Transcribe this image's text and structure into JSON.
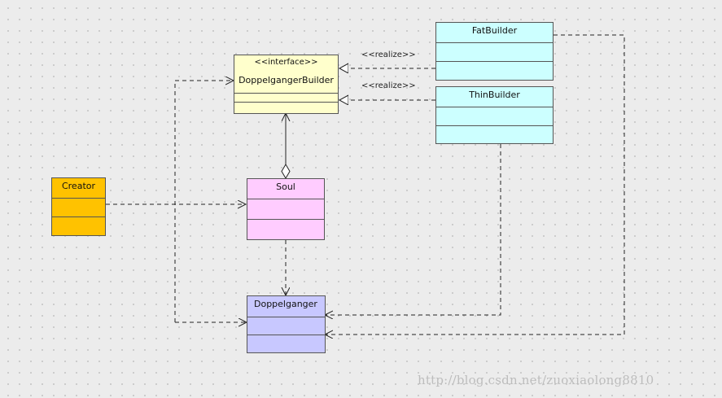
{
  "classes": {
    "builder": {
      "stereotype": "<<interface>>",
      "name": "DoppelgangerBuilder",
      "fill": "#ffffcc"
    },
    "fat": {
      "name": "FatBuilder",
      "fill": "#ccffff"
    },
    "thin": {
      "name": "ThinBuilder",
      "fill": "#ccffff"
    },
    "creator": {
      "name": "Creator",
      "fill": "#ffc200"
    },
    "soul": {
      "name": "Soul",
      "fill": "#ffccff"
    },
    "doppelganger": {
      "name": "Doppelganger",
      "fill": "#c8c8ff"
    }
  },
  "relations": {
    "realize_fat_label": "<<realize>>",
    "realize_thin_label": "<<realize>>"
  },
  "watermark": "http://blog.csdn.net/zuoxiaolong8810"
}
